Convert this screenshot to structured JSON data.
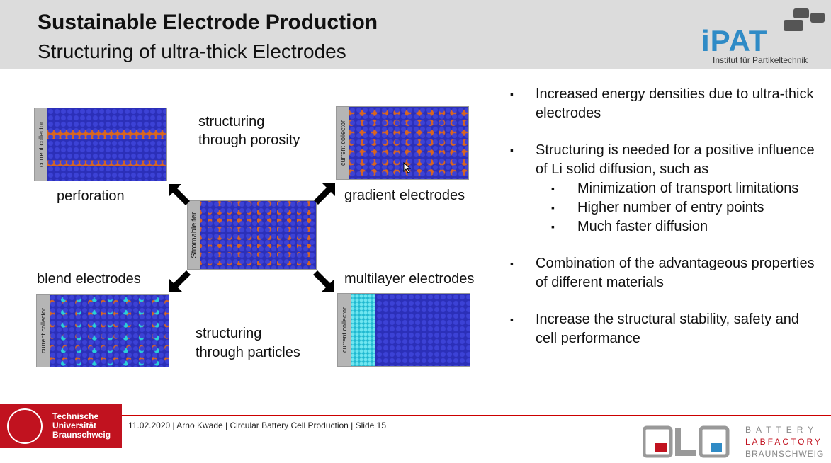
{
  "header": {
    "title": "Sustainable Electrode Production",
    "subtitle": "Structuring of ultra-thick Electrodes",
    "logo_word": "iPAT",
    "logo_institute": "Institut für Partikeltechnik"
  },
  "figure": {
    "current_collector_label": "current collector",
    "center_label": "Stromableiter",
    "structuring_porosity": [
      "structuring",
      "through porosity"
    ],
    "structuring_particles": [
      "structuring",
      "through particles"
    ],
    "perforation": "perforation",
    "gradient": "gradient electrodes",
    "blend": "blend electrodes",
    "multilayer": "multilayer electrodes"
  },
  "bullets": {
    "b1": "Increased energy densities due to ultra-thick electrodes",
    "b2": "Structuring is needed for a positive influence of Li solid diffusion, such as",
    "sub": [
      "Minimization of transport limitations",
      "Higher number of entry points",
      "Much faster diffusion"
    ],
    "b3": "Combination of the advantageous properties of different materials",
    "b4": "Increase the structural stability, safety and cell performance"
  },
  "footer": {
    "university": [
      "Technische",
      "Universität",
      "Braunschweig"
    ],
    "text": "11.02.2020 | Arno Kwade | Circular Battery Cell Production | Slide 15",
    "blb_logo": "BLB",
    "blb_lines": [
      "BATTERY",
      "LABFACTORY",
      "BRAUNSCHWEIG"
    ]
  },
  "colors": {
    "particle": "#2b2fb8",
    "pore": "#d9661f",
    "accent": "#c1121f",
    "ipat_blue": "#2f8bc6"
  }
}
